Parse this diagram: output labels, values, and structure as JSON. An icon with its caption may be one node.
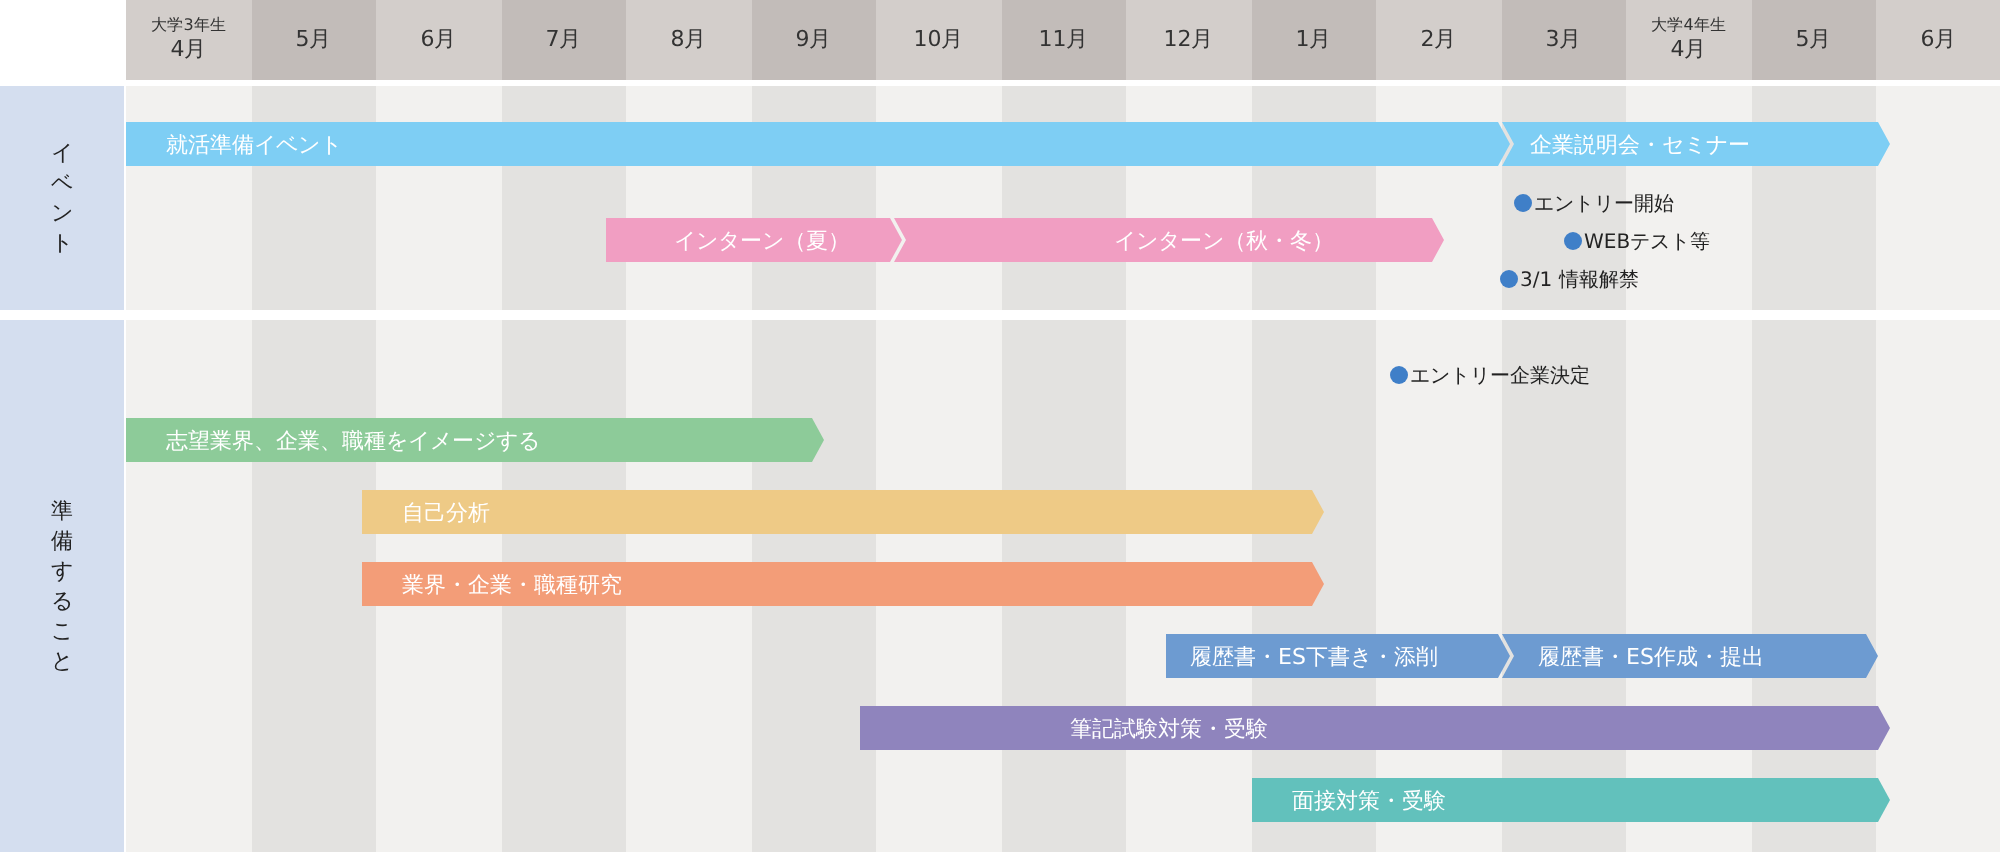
{
  "diagram": {
    "nodes": [
      {
        "text": [
          "イベント"
        ]
      },
      {
        "text": [
          "準備すること"
        ]
      },
      {
        "text": [
          "就活準備イベント"
        ]
      },
      {
        "text": [
          "企業説明会・セミナー"
        ]
      },
      {
        "text": [
          "インターン（夏）"
        ]
      },
      {
        "text": [
          "インターン（秋・冬）"
        ]
      },
      {
        "text": [
          "志望業界、企業、職種をイメージする"
        ]
      },
      {
        "text": [
          "自己分析"
        ]
      },
      {
        "text": [
          "業界・企業・職種研究"
        ]
      },
      {
        "text": [
          "履歴書・ES下書き・添削"
        ]
      },
      {
        "text": [
          "履歴書・ES作成・提出"
        ]
      },
      {
        "text": [
          "筆記試験対策・受験"
        ]
      },
      {
        "text": [
          "面接対策・受験"
        ]
      }
    ],
    "labels": [
      "大学3年生",
      "4月",
      "5月",
      "6月",
      "7月",
      "8月",
      "9月",
      "10月",
      "11月",
      "12月",
      "1月",
      "2月",
      "3月",
      "大学4年生",
      "4月",
      "5月",
      "6月",
      "エントリー開始",
      "WEBテスト等",
      "3/1 情報解禁",
      "エントリー企業決定"
    ]
  }
}
